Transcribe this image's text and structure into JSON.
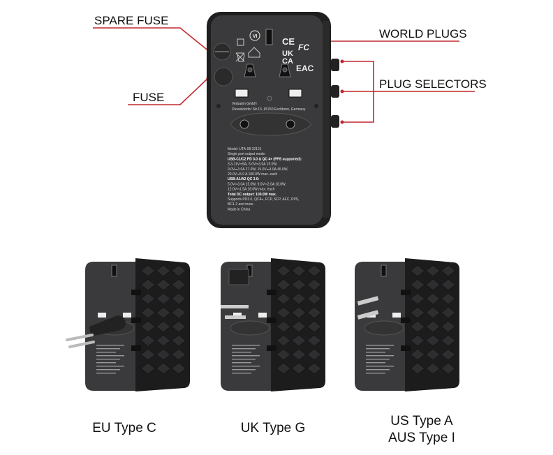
{
  "callouts": {
    "spare_fuse": "SPARE FUSE",
    "fuse": "FUSE",
    "world_plugs": "WORLD PLUGS",
    "plug_selectors": "PLUG SELECTORS"
  },
  "device": {
    "marks": {
      "ukca_top": "UK",
      "ukca_bottom": "CA",
      "ce": "CE",
      "fc": "FC",
      "eac": "EAC",
      "vi": "VI"
    },
    "manufacturer": "Verbatim GmbH",
    "address": "Düsseldorfer Str.13, 65760 Eschborn, Germany",
    "spec_lines": [
      {
        "text": "Model: UTA-08 32121",
        "bold": false
      },
      {
        "text": "Single port output mode:",
        "bold": false
      },
      {
        "text": "USB-C1/C2 PD 3.0 & QC 4+ (PPS supported):",
        "bold": true
      },
      {
        "text": "3.3-11V⎓5A, 5.0V⎓3.0A 15.0W,",
        "bold": false
      },
      {
        "text": "9.0V⎓3.0A 27.0W, 15.0V⎓3.0A 45.0W,",
        "bold": false
      },
      {
        "text": "20.0V⎓5.0 A 100.0W max. each",
        "bold": false
      },
      {
        "text": "USB-A1/A2 QC 3.0:",
        "bold": true
      },
      {
        "text": "5.0V⎓3.0A 15.0W, 9.0V⎓2.0A 18.0W,",
        "bold": false
      },
      {
        "text": "12.0V⎓1.5A 18.0W max. each",
        "bold": false
      },
      {
        "text": "Total DC output: 100.0W max.",
        "bold": true
      },
      {
        "text": "Supports PD3.0, QC4+, FCP, SCP, AFC, PPS,",
        "bold": false
      },
      {
        "text": "BC1-2 and more",
        "bold": false
      },
      {
        "text": "Made in China",
        "bold": false
      }
    ]
  },
  "variants": [
    {
      "label": "EU Type C"
    },
    {
      "label": "UK Type G"
    },
    {
      "label": "US Type A",
      "label2": "AUS Type I"
    }
  ],
  "colors": {
    "callout_line": "#c0282d",
    "device_body": "#3a3a3c"
  }
}
